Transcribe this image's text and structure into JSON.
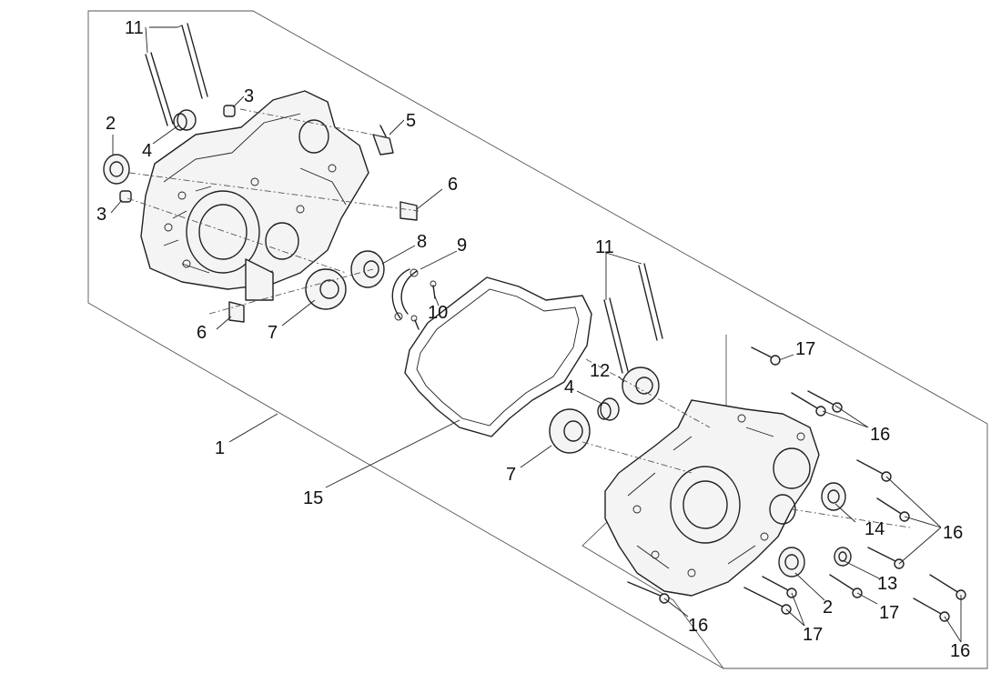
{
  "callouts": {
    "c1": "1",
    "c2a": "2",
    "c2b": "2",
    "c3a": "3",
    "c3b": "3",
    "c4a": "4",
    "c4b": "4",
    "c5": "5",
    "c6a": "6",
    "c6b": "6",
    "c7a": "7",
    "c7b": "7",
    "c8": "8",
    "c9": "9",
    "c10": "10",
    "c11a": "11",
    "c11b": "11",
    "c12": "12",
    "c13": "13",
    "c14": "14",
    "c15": "15",
    "c16a": "16",
    "c16b": "16",
    "c16c": "16",
    "c16d": "16",
    "c17a": "17",
    "c17b": "17",
    "c17c": "17"
  }
}
